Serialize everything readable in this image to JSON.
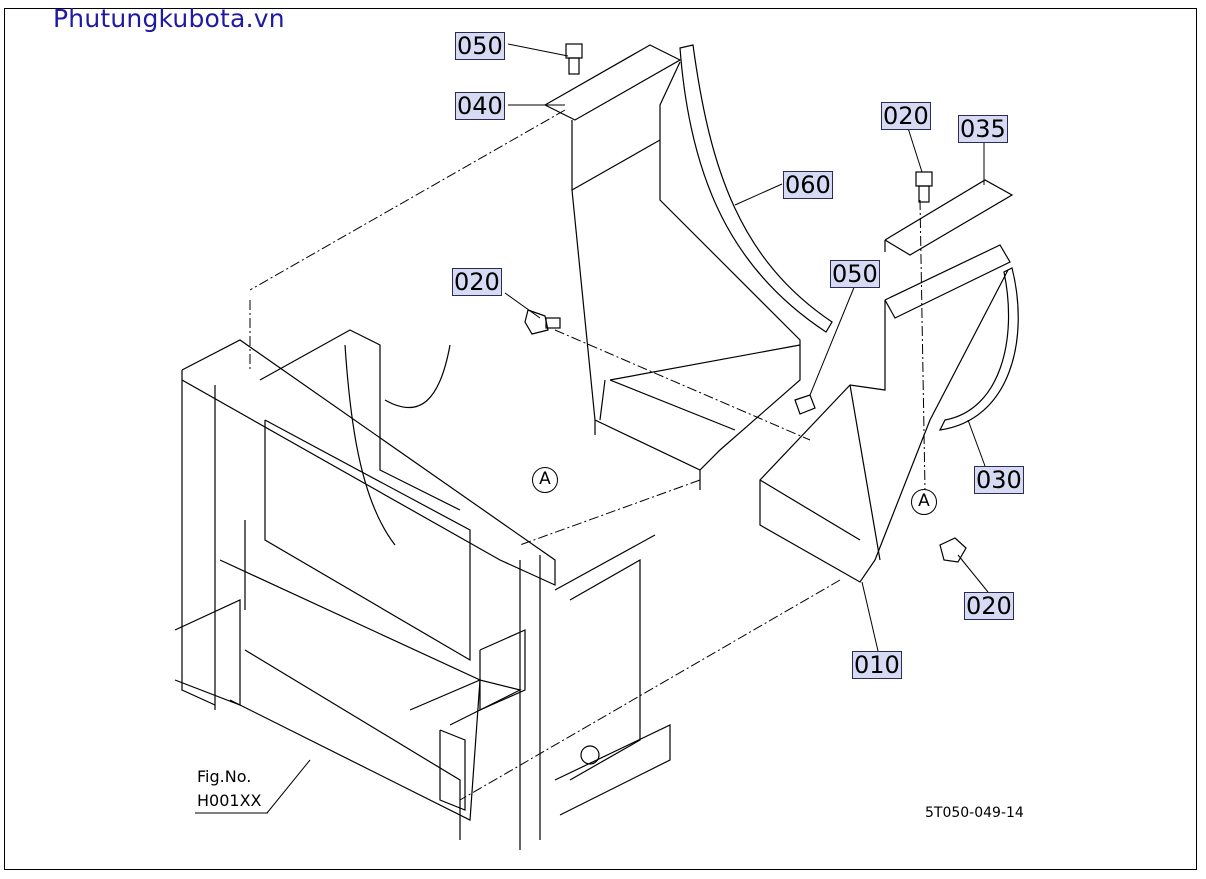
{
  "watermark": "Phutungkubota.vn",
  "callouts": {
    "c050_top": "050",
    "c040": "040",
    "c020_mid": "020",
    "c060": "060",
    "c020_right": "020",
    "c035": "035",
    "c050_right": "050",
    "c030": "030",
    "c020_low": "020",
    "c010": "010"
  },
  "reference_marks": {
    "a_left": "A",
    "a_right": "A"
  },
  "figure_ref": {
    "line1": "Fig.No.",
    "line2": "H001XX"
  },
  "drawing_code": "5T050-049-14",
  "colors": {
    "watermark": "#1f1aa6",
    "callout_bg": "#d6dbf3",
    "line": "#000000"
  }
}
